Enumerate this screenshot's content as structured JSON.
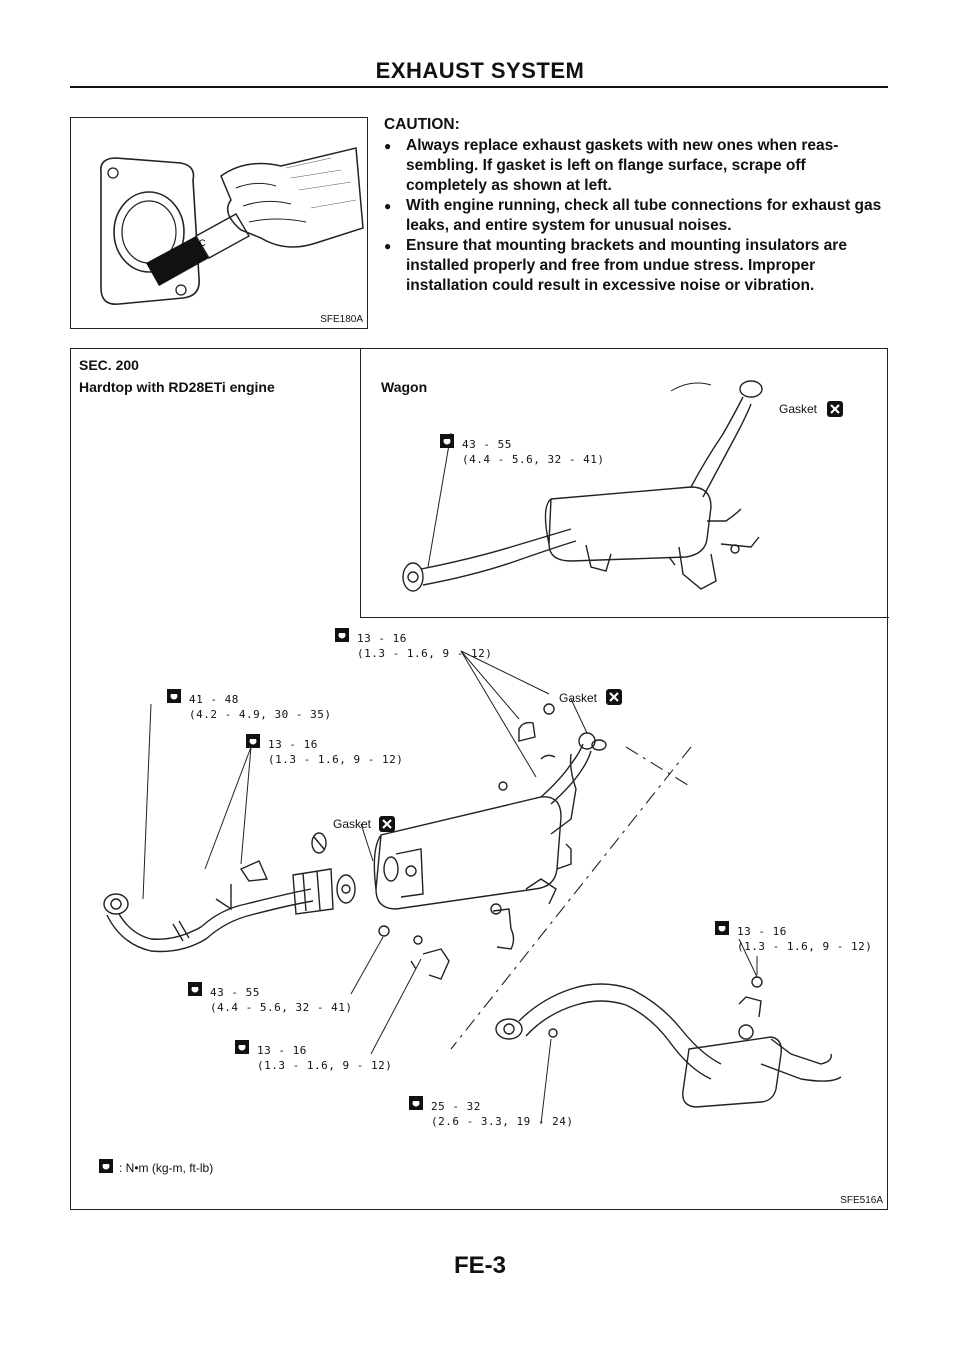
{
  "header": {
    "title": "EXHAUST SYSTEM"
  },
  "figure1": {
    "code": "SFE180A"
  },
  "caution": {
    "title": "CAUTION:",
    "items": [
      "Always replace exhaust gaskets with new ones when reas-sembling. If gasket is left on flange surface, scrape off completely as shown at left.",
      "With engine running, check all tube connections for exhaust gas leaks, and entire system for unusual noises.",
      "Ensure that mounting brackets and mounting insulators are installed properly and free from undue stress. Improper installation could result in excessive noise or vibration."
    ]
  },
  "figure2": {
    "section": "SEC. 200",
    "label_hardtop": "Hardtop with RD28ETi engine",
    "label_wagon": "Wagon",
    "gasket_label": "Gasket",
    "legend": ": N•m (kg-m, ft-lb)",
    "code": "SFE516A",
    "torques": {
      "wagon_43_55": [
        "43 - 55",
        "(4.4 - 5.6, 32 - 41)"
      ],
      "t13_16_top": [
        "13 - 16",
        "(1.3 - 1.6, 9 - 12)"
      ],
      "t41_48": [
        "41 - 48",
        "(4.2 - 4.9, 30 - 35)"
      ],
      "t13_16_left": [
        "13 - 16",
        "(1.3 - 1.6, 9 - 12)"
      ],
      "t13_16_right": [
        "13 - 16",
        "(1.3 - 1.6, 9 - 12)"
      ],
      "t43_55_lower": [
        "43 - 55",
        "(4.4 - 5.6, 32 - 41)"
      ],
      "t13_16_lower": [
        "13 - 16",
        "(1.3 - 1.6, 9 - 12)"
      ],
      "t25_32": [
        "25 - 32",
        "(2.6 - 3.3, 19 - 24)"
      ]
    }
  },
  "page_number": "FE-3"
}
